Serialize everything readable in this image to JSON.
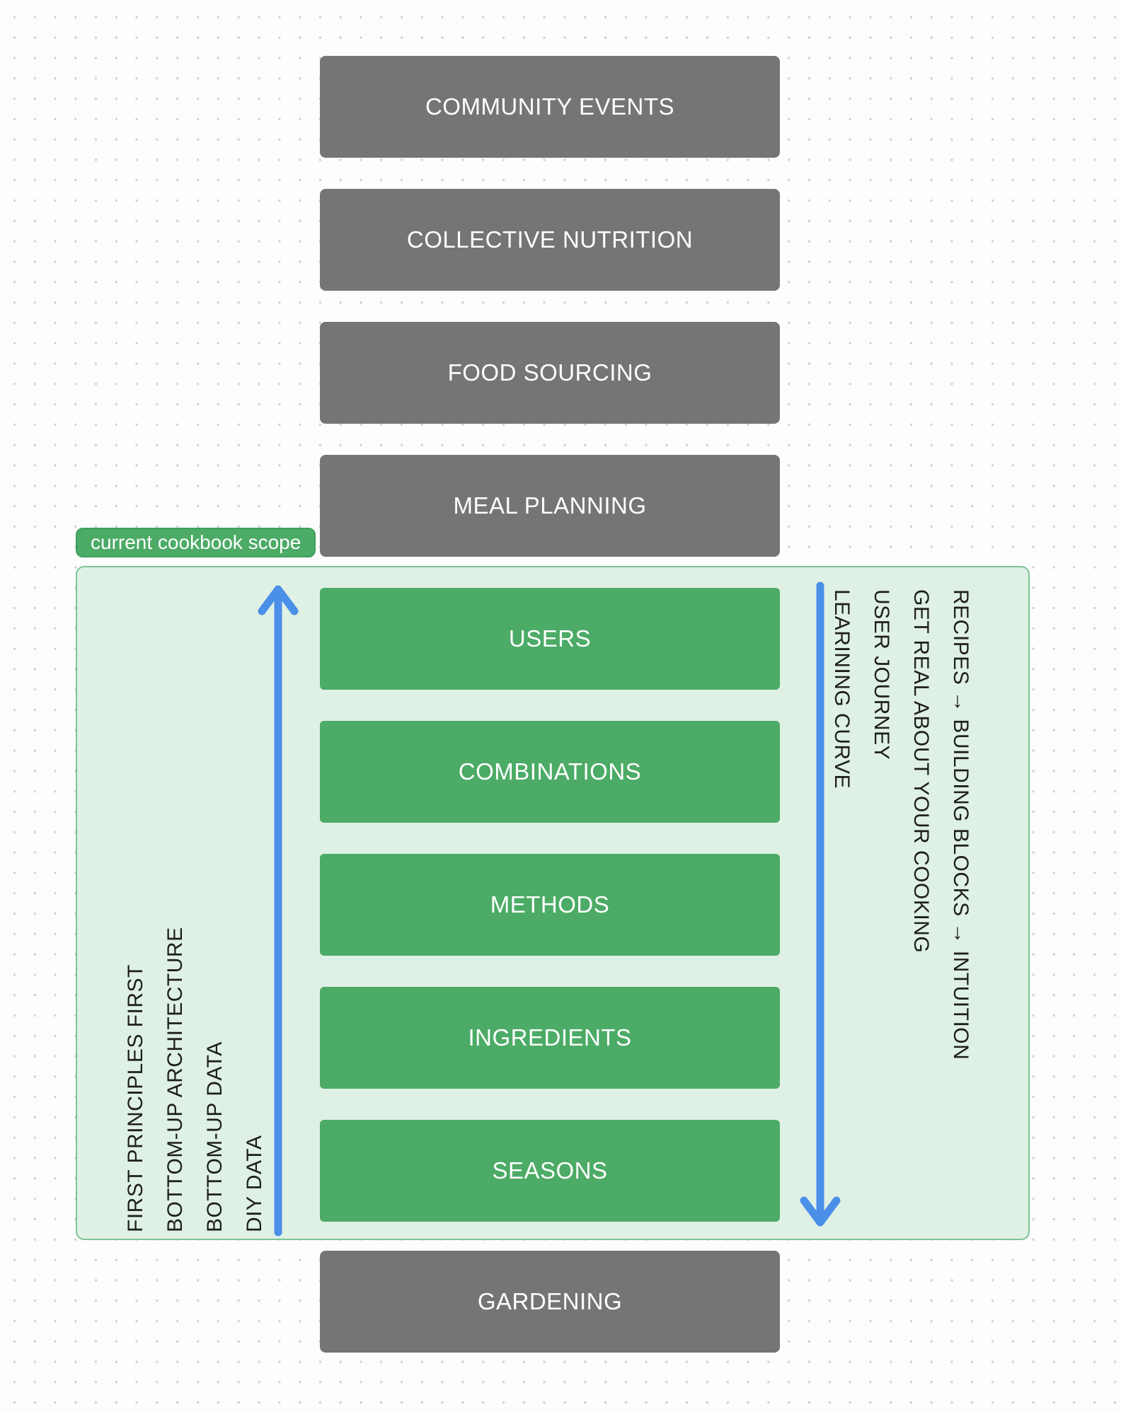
{
  "badge": {
    "label": "current cookbook scope"
  },
  "outer_layers": [
    "COMMUNITY EVENTS",
    "COLLECTIVE NUTRITION",
    "FOOD SOURCING",
    "MEAL PLANNING"
  ],
  "scope_layers": [
    "USERS",
    "COMBINATIONS",
    "METHODS",
    "INGREDIENTS",
    "SEASONS"
  ],
  "bottom_layer": "GARDENING",
  "left_annotations": [
    "FIRST PRINCIPLES FIRST",
    "BOTTOM-UP ARCHITECTURE",
    "BOTTOM-UP DATA",
    "DIY DATA"
  ],
  "right_annotations": [
    "LEARINING CURVE",
    "USER JOURNEY",
    "GET REAL ABOUT YOUR COOKING",
    "RECIPES → BUILDING BLOCKS → INTUITION"
  ],
  "colors": {
    "box_gray": "#757575",
    "box_green": "#4cab66",
    "scope_background": "#dff0e5",
    "scope_border": "#7cc496",
    "badge_green": "#4cab66",
    "arrow_blue": "#4a8fe8",
    "annotation_text": "#1e1e1e",
    "box_label_text": "#ffffff"
  }
}
